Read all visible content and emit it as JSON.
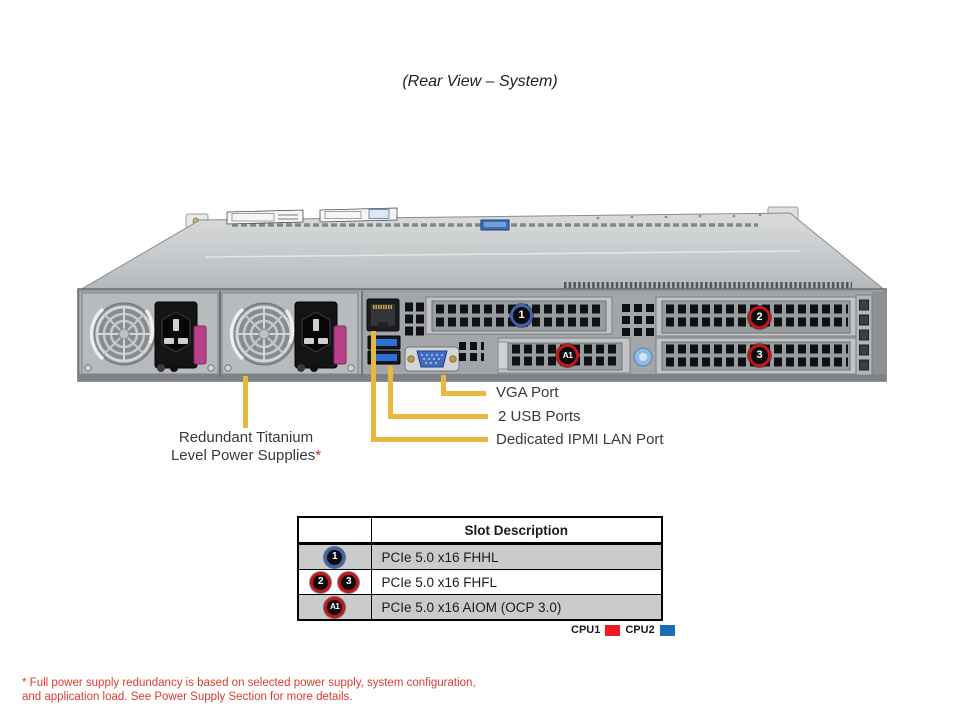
{
  "title": "(Rear View – System)",
  "callouts": {
    "vga": "VGA Port",
    "usb": "2 USB Ports",
    "ipmi": "Dedicated IPMI LAN Port",
    "psu_line1": "Redundant Titanium",
    "psu_line2": "Level Power Supplies",
    "psu_asterisk": "*"
  },
  "chassis_badges": [
    {
      "label": "1",
      "ring": "blue"
    },
    {
      "label": "2",
      "ring": "red"
    },
    {
      "label": "3",
      "ring": "red"
    },
    {
      "label": "A1",
      "ring": "red"
    }
  ],
  "table": {
    "header": "Slot Description",
    "rows": [
      {
        "badges": [
          {
            "label": "1",
            "ring": "blue"
          }
        ],
        "description": "PCIe 5.0 x16 FHHL"
      },
      {
        "badges": [
          {
            "label": "2",
            "ring": "red"
          },
          {
            "label": "3",
            "ring": "red"
          }
        ],
        "description": "PCIe 5.0 x16 FHFL"
      },
      {
        "badges": [
          {
            "label": "A1",
            "ring": "red"
          }
        ],
        "description": "PCIe 5.0 x16 AIOM (OCP 3.0)"
      }
    ]
  },
  "legend": {
    "items": [
      {
        "label": "CPU1",
        "color": "#EE1B24"
      },
      {
        "label": "CPU2",
        "color": "#1E6CB5"
      }
    ]
  },
  "footnote": {
    "line1": "* Full power supply redundancy is based on selected power supply, system configuration,",
    "line2": "and application load. See Power Supply Section for more details."
  },
  "colors": {
    "callout_line": "#E9B83E",
    "badge_ring_blue": "#3D63AF",
    "badge_ring_red": "#C4141C",
    "table_row_shade": "#CBCBCB",
    "footnote_red": "#DF3B30"
  }
}
